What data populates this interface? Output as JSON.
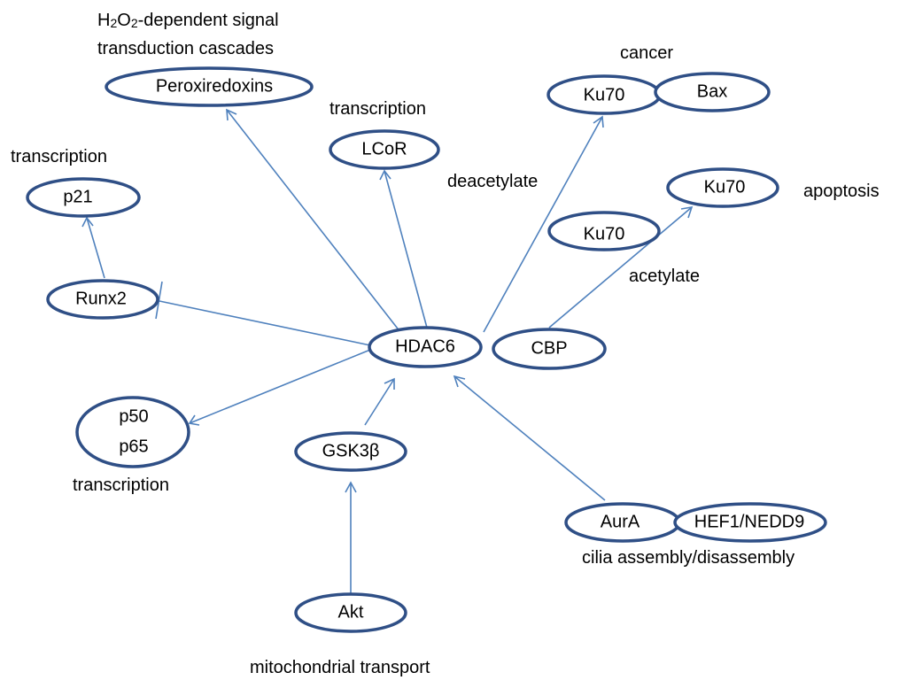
{
  "nodes": {
    "peroxiredoxins": "Peroxiredoxins",
    "lcor": "LCoR",
    "p21": "p21",
    "runx2": "Runx2",
    "hdac6": "HDAC6",
    "p50": "p50",
    "p65": "p65",
    "gsk3b": "GSK3β",
    "akt": "Akt",
    "ku70_cancer": "Ku70",
    "bax": "Bax",
    "ku70_apoptosis": "Ku70",
    "ku70_middle": "Ku70",
    "cbp": "CBP",
    "aura": "AurA",
    "hef1": "HEF1/NEDD9"
  },
  "labels": {
    "h2o2_line1_prefix": "H",
    "h2o2_sub1": "2",
    "h2o2_mid": "O",
    "h2o2_sub2": "2",
    "h2o2_line1_suffix": "-dependent signal",
    "h2o2_line2": "transduction cascades",
    "transcription_lcor": "transcription",
    "transcription_p21": "transcription",
    "transcription_p50": "transcription",
    "cancer": "cancer",
    "deacetylate": "deacetylate",
    "apoptosis": "apoptosis",
    "acetylate": "acetylate",
    "cilia": "cilia assembly/disassembly",
    "mitochondrial": "mitochondrial transport"
  }
}
